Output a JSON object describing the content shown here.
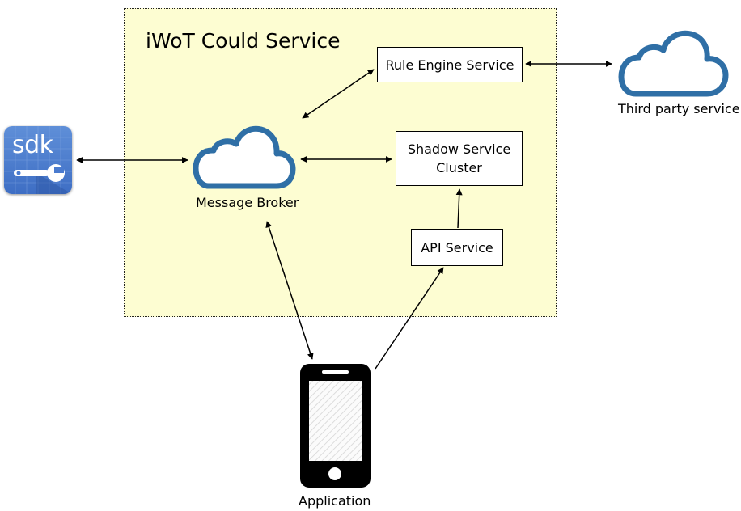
{
  "diagram": {
    "zone_title": "iWoT Could Service",
    "sdk_label": "sdk",
    "nodes": {
      "rule_engine": "Rule Engine Service",
      "shadow_line1": "Shadow Service",
      "shadow_line2": "Cluster",
      "api_service": "API Service",
      "message_broker": "Message Broker",
      "third_party": "Third party service",
      "application": "Application"
    },
    "colors": {
      "zone_fill": "#fdfdd2",
      "cloud_stroke": "#2f6fa6",
      "sdk_blue": "#4a7bcf",
      "phone": "#000000"
    }
  }
}
